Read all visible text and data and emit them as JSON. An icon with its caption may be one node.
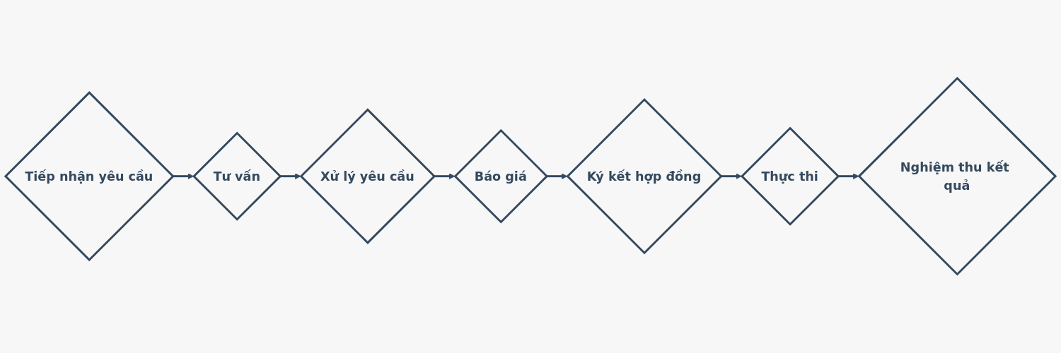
{
  "diagram": {
    "nodes": [
      {
        "text": [
          "Tiếp nhận yêu cầu"
        ]
      },
      {
        "text": [
          "Tư vấn"
        ]
      },
      {
        "text": [
          "Xử lý yêu cầu"
        ]
      },
      {
        "text": [
          "Báo giá"
        ]
      },
      {
        "text": [
          "Ký kết hợp đồng"
        ]
      },
      {
        "text": [
          "Thực thi"
        ]
      },
      {
        "text": [
          "Nghiệm thu kết quả"
        ]
      }
    ],
    "edges": [
      {
        "from": 0,
        "to": 1,
        "arrow": "to"
      },
      {
        "from": 1,
        "to": 2,
        "arrow": "to"
      },
      {
        "from": 2,
        "to": 3,
        "arrow": "to"
      },
      {
        "from": 3,
        "to": 4,
        "arrow": "to"
      },
      {
        "from": 4,
        "to": 5,
        "arrow": "to"
      },
      {
        "from": 5,
        "to": 6,
        "arrow": "to"
      }
    ]
  }
}
